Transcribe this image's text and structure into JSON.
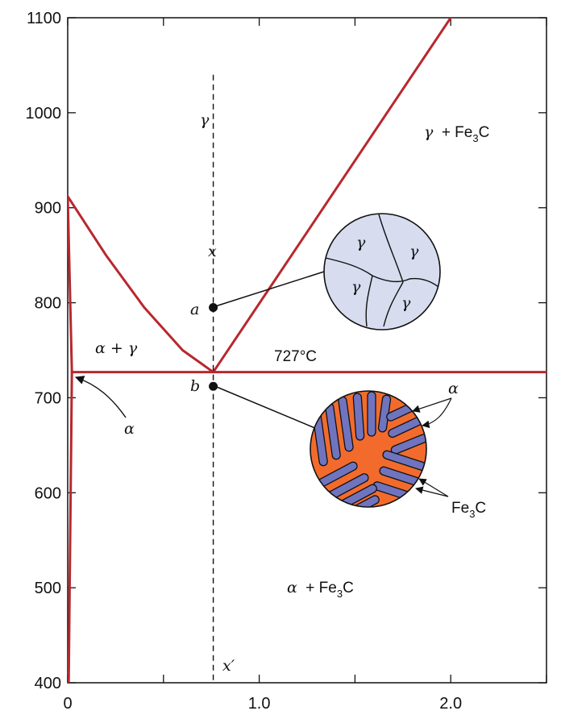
{
  "chart_data": {
    "type": "diagram",
    "xlim": [
      0,
      2.5
    ],
    "ylim": [
      400,
      1100
    ],
    "x_ticks": [
      {
        "value": 0,
        "label": "0"
      },
      {
        "value": 1.0,
        "label": "1.0"
      },
      {
        "value": 2.0,
        "label": "2.0"
      }
    ],
    "y_ticks": [
      {
        "value": 400,
        "label": "400"
      },
      {
        "value": 500,
        "label": "500"
      },
      {
        "value": 600,
        "label": "600"
      },
      {
        "value": 700,
        "label": "700"
      },
      {
        "value": 800,
        "label": "800"
      },
      {
        "value": 900,
        "label": "900"
      },
      {
        "value": 1000,
        "label": "1000"
      },
      {
        "value": 1100,
        "label": "1100"
      }
    ],
    "eutectoid": {
      "composition": 0.76,
      "temperature": 727,
      "label": "727°C"
    },
    "lines": {
      "eutectoid_isotherm": [
        [
          0.022,
          727
        ],
        [
          2.5,
          727
        ]
      ],
      "acm_line": [
        [
          0.76,
          727
        ],
        [
          2.0,
          1100
        ]
      ],
      "a3_line": [
        [
          0,
          912
        ],
        [
          0.2,
          850
        ],
        [
          0.4,
          795
        ],
        [
          0.6,
          750
        ],
        [
          0.76,
          727
        ]
      ],
      "alpha_solvus_upper": [
        [
          0,
          912
        ],
        [
          0.022,
          727
        ]
      ],
      "alpha_solvus_lower": [
        [
          0.022,
          727
        ],
        [
          0.005,
          400
        ]
      ]
    },
    "composition_line": {
      "x": 0.76,
      "top_label": "x",
      "bottom_label": "x′"
    },
    "points": [
      {
        "label": "a",
        "x": 0.76,
        "y": 795
      },
      {
        "label": "b",
        "x": 0.76,
        "y": 712
      }
    ],
    "regions": {
      "gamma": "γ",
      "gamma_fe3c_greek": "γ",
      "gamma_fe3c_text": "+ Fe",
      "gamma_fe3c_sub": "3",
      "gamma_fe3c_tail": "C",
      "alpha_gamma": "α + γ",
      "alpha_fe3c_greek": "α",
      "alpha_fe3c_text": "+ Fe",
      "alpha_fe3c_sub": "3",
      "alpha_fe3c_tail": "C",
      "alpha_label": "α"
    },
    "micro_austenite": {
      "grain_label": "γ"
    },
    "micro_pearlite": {
      "alpha_label": "α",
      "fe3c_text": "Fe",
      "fe3c_sub": "3",
      "fe3c_tail": "C"
    },
    "colors": {
      "phase_line": "#b8282d",
      "austenite_fill": "#d7dcef",
      "pearlite_ferrite": "#6f74bf",
      "pearlite_cementite": "#f26b2d"
    }
  }
}
